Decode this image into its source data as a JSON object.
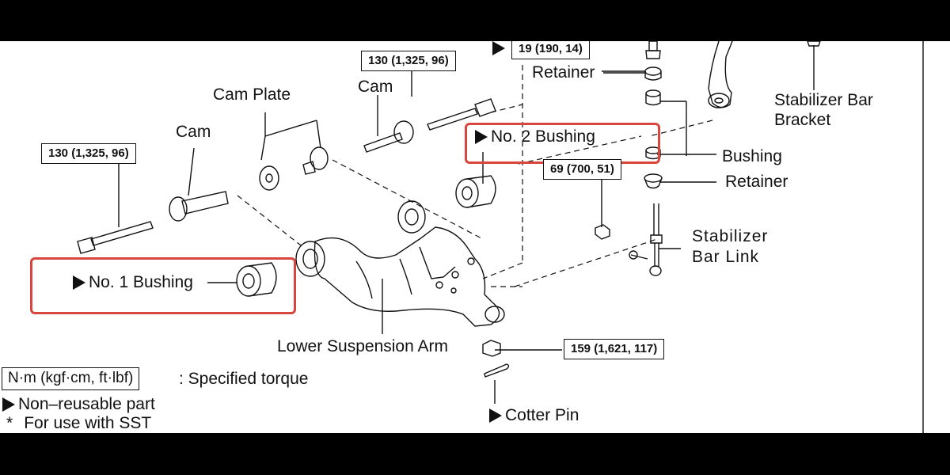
{
  "torques": {
    "top": "19 (190, 14)",
    "cam_bolt_right": "130 (1,325, 96)",
    "cam_bolt_left": "130 (1,325, 96)",
    "stabilizer_nut": "69 (700, 51)",
    "ball_joint_nut": "159 (1,621, 117)"
  },
  "labels": {
    "retainer_top": "Retainer",
    "stabilizer_bar_bracket_1": "Stabilizer Bar",
    "stabilizer_bar_bracket_2": "Bracket",
    "cam_right": "Cam",
    "cam_plate": "Cam Plate",
    "cam_left": "Cam",
    "no2_bushing": "No. 2 Bushing",
    "no1_bushing": "No. 1 Bushing",
    "bushing": "Bushing",
    "retainer_bottom": "Retainer",
    "stabilizer_bar_link_1": "Stabilizer",
    "stabilizer_bar_link_2": "Bar Link",
    "lower_suspension_arm": "Lower Suspension Arm",
    "cotter_pin": "Cotter Pin"
  },
  "legend": {
    "torque_units": "N·m (kgf·cm, ft·lbf)",
    "torque_desc": ": Specified torque",
    "non_reusable": "Non–reusable part",
    "sst_mark": "*",
    "sst_text": "For use with SST"
  },
  "colors": {
    "highlight": "#d9463e",
    "line": "#111111",
    "background": "#ffffff"
  }
}
